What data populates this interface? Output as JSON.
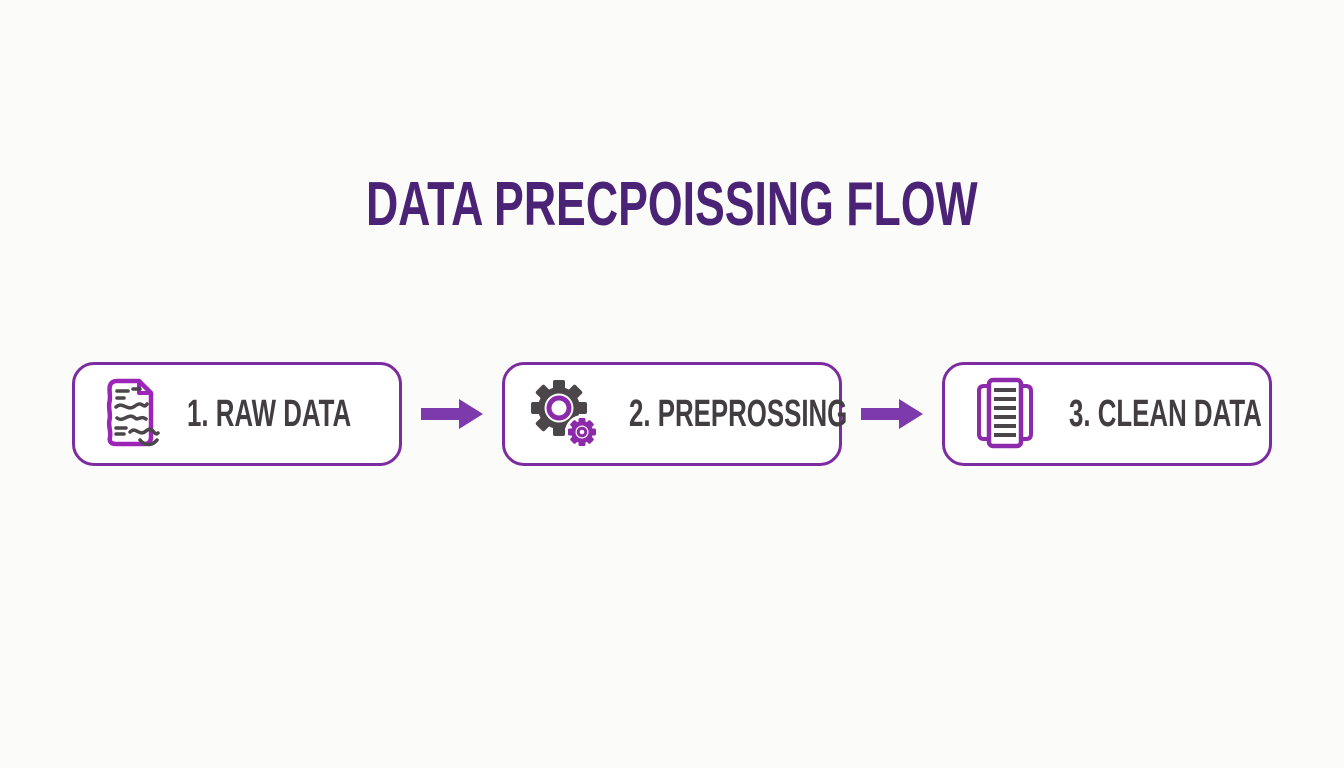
{
  "title": "DATA PRECPOISSING FLOW",
  "steps": [
    {
      "label": "1. RAW DATA",
      "icon": "raw-data-document-icon"
    },
    {
      "label": "2. PREPROSSING",
      "icon": "gears-icon"
    },
    {
      "label": "3. CLEAN DATA",
      "icon": "clean-data-document-icon"
    }
  ],
  "connectors": [
    {
      "icon": "right-arrow-icon"
    },
    {
      "icon": "right-arrow-icon"
    }
  ],
  "colors": {
    "background": "#fbfbfa",
    "title": "#4b2376",
    "box_border": "#7c2ca0",
    "box_fill": "#ffffff",
    "arrow": "#7d3aac",
    "label": "#413d40",
    "icon_purple": "#8d2aab",
    "icon_purple_bright": "#9c24b8",
    "icon_gray": "#4a4649"
  }
}
